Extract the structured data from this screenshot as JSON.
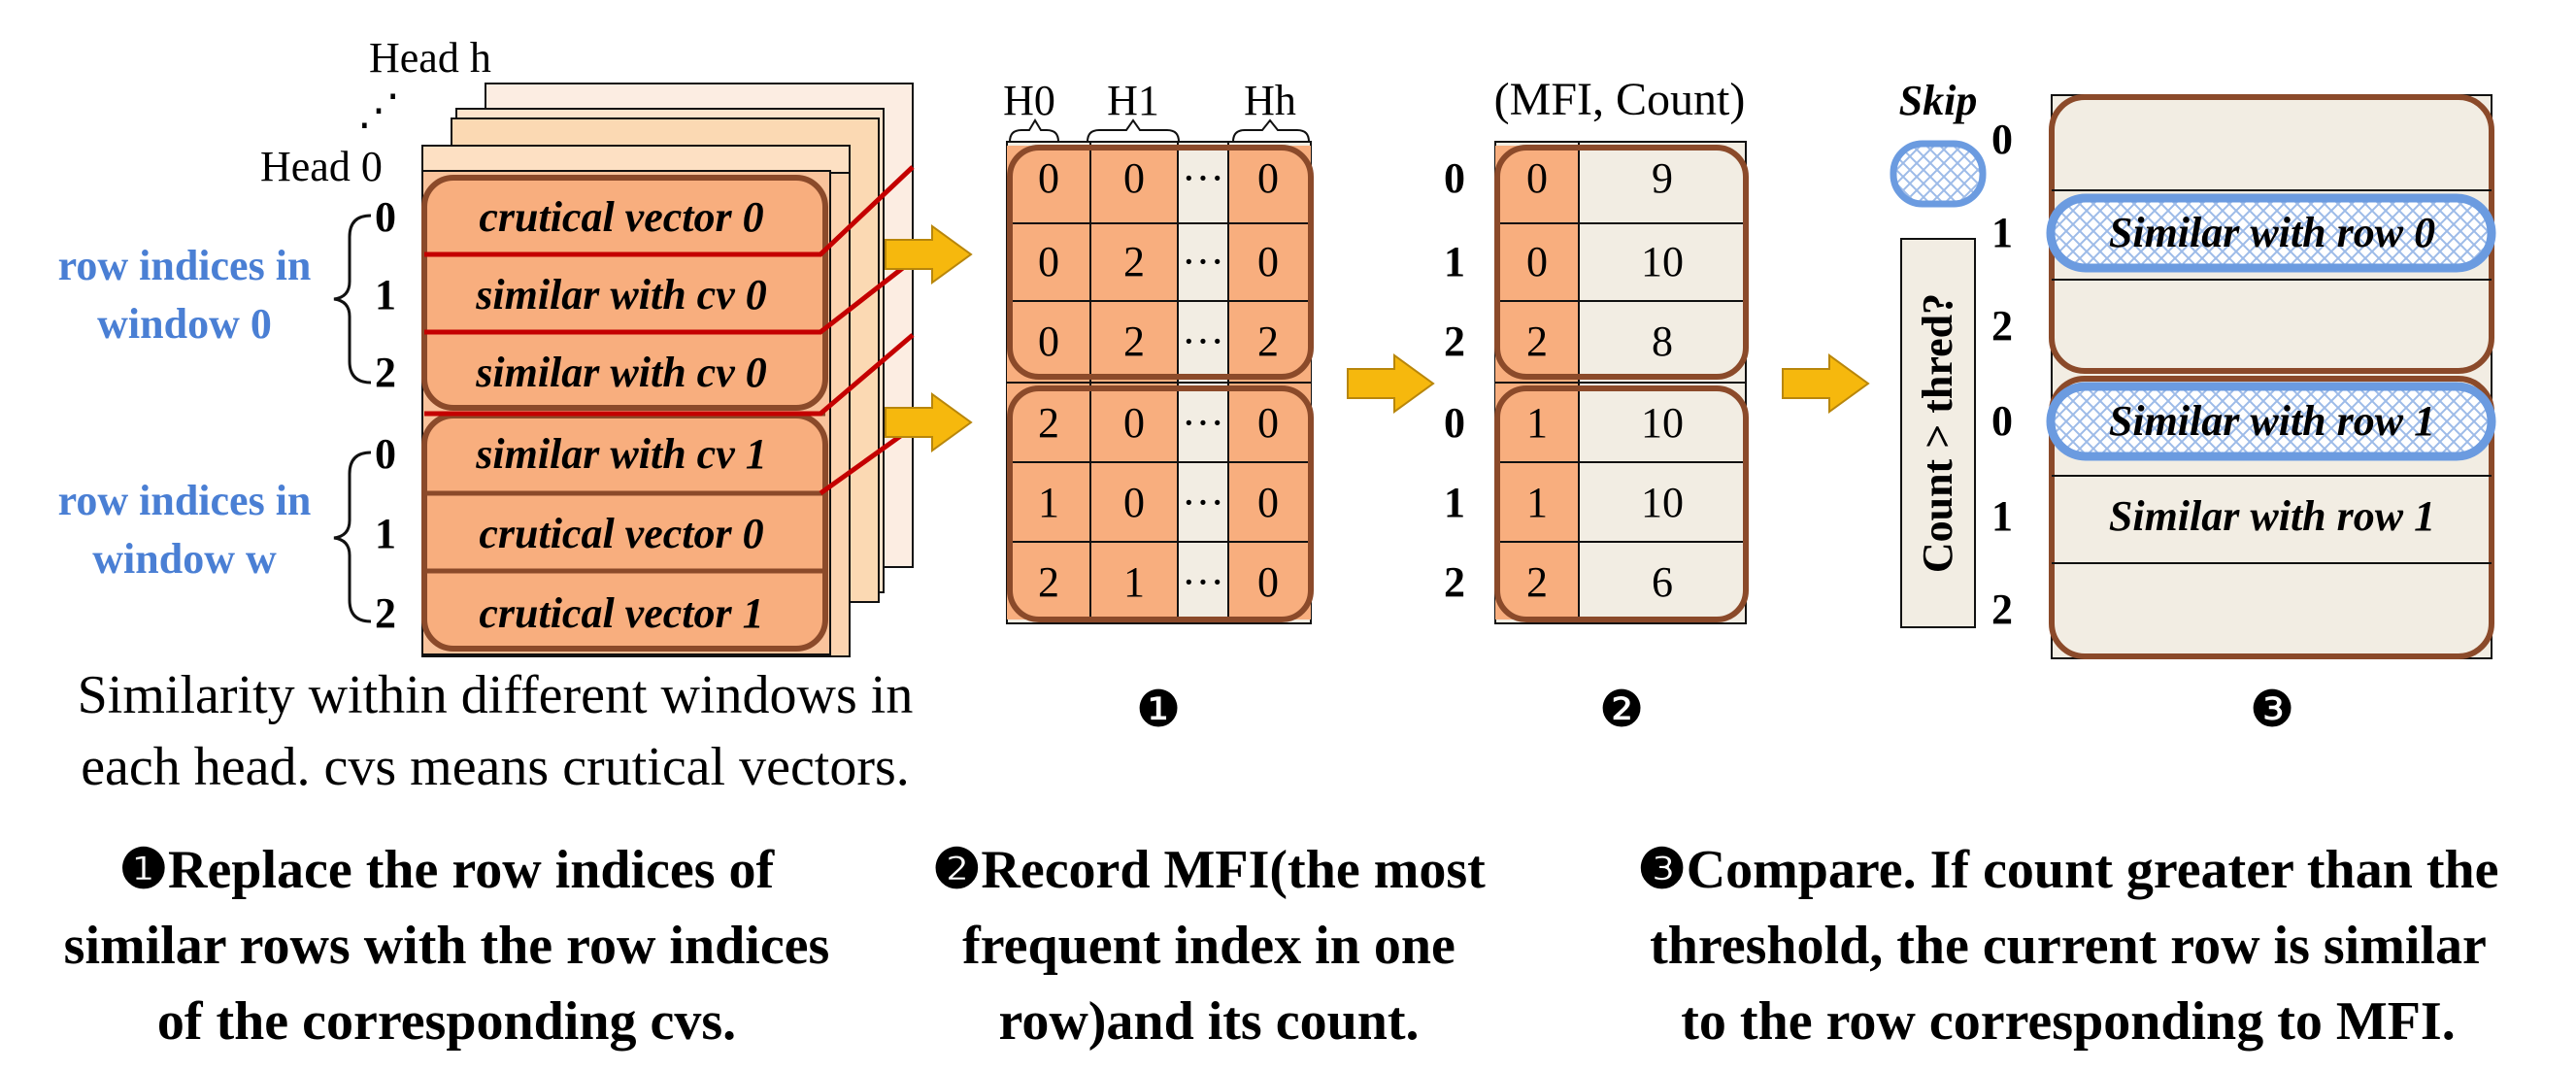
{
  "panel_a": {
    "head_h": "Head h",
    "head_0": "Head 0",
    "ellipsis": "⋰",
    "row_indices": [
      "0",
      "1",
      "2",
      "0",
      "1",
      "2"
    ],
    "window0_label": [
      "row indices in",
      "window 0"
    ],
    "windoww_label": [
      "row indices in",
      "window  w"
    ],
    "rows": [
      "crutical vector 0",
      "similar with cv 0",
      "similar with cv 0",
      "similar with cv 1",
      "crutical vector 0",
      "crutical vector 1"
    ],
    "caption": [
      "Similarity within different windows in",
      "each head. cvs means crutical vectors."
    ]
  },
  "panel_b": {
    "headers": [
      "H0",
      "H1",
      "Hh"
    ],
    "ellipsis": "···",
    "rows": [
      [
        "0",
        "0",
        "0"
      ],
      [
        "0",
        "2",
        "0"
      ],
      [
        "0",
        "2",
        "2"
      ],
      [
        "2",
        "0",
        "0"
      ],
      [
        "1",
        "0",
        "0"
      ],
      [
        "2",
        "1",
        "0"
      ]
    ],
    "step_marker": "❶"
  },
  "panel_c": {
    "header": "(MFI, Count)",
    "row_indices": [
      "0",
      "1",
      "2",
      "0",
      "1",
      "2"
    ],
    "mfi": [
      "0",
      "0",
      "2",
      "1",
      "1",
      "2"
    ],
    "count": [
      "9",
      "10",
      "8",
      "10",
      "10",
      "6"
    ],
    "step_marker": "❷"
  },
  "panel_d": {
    "skip_label": "Skip",
    "threshold_label": "Count > thred?",
    "row_indices": [
      "0",
      "1",
      "2",
      "0",
      "1",
      "2"
    ],
    "rows": [
      "",
      "Similar with row 0",
      "",
      "Similar with row 1",
      "Similar with row 1",
      ""
    ],
    "step_marker": "❸"
  },
  "bottom": {
    "step1": [
      "❶Replace the row indices of",
      "similar rows with the row indices",
      "of the corresponding cvs."
    ],
    "step2": [
      "❷Record MFI(the most",
      "frequent index in one",
      "row)and its count."
    ],
    "step3": [
      "❸Compare. If count greater than the",
      "threshold, the current row is similar",
      "to the row corresponding to MFI."
    ]
  },
  "colors": {
    "orange_fill": "#f8ae7e",
    "brown_outline": "#8b4a2a",
    "red_line": "#c40000",
    "beige_fill": "#f2ede3",
    "blue_label": "#4a7fd4",
    "blue_outline": "#6b9be0",
    "yellow_arrow": "#f6b80d"
  }
}
